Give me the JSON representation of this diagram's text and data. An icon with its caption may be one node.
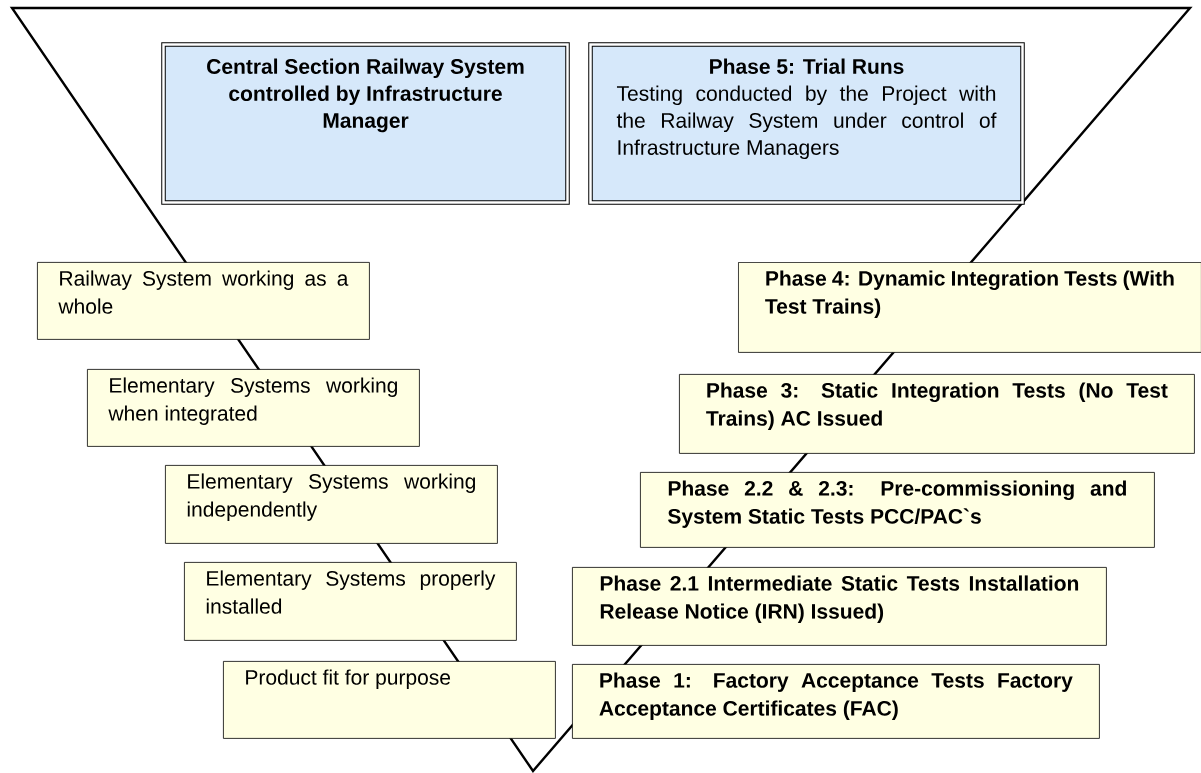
{
  "diagram": {
    "nodes": [
      {
        "text": [
          "Central Section Railway System controlled by Infrastructure Manager"
        ]
      },
      {
        "text": [
          "Phase 5: Trial Runs",
          "Testing conducted by the Project with the Railway System under control of Infrastructure Managers"
        ]
      },
      {
        "text": [
          "Railway System working as a whole"
        ]
      },
      {
        "text": [
          "Phase 4: Dynamic Integration Tests (With Test Trains)"
        ]
      },
      {
        "text": [
          "Elementary Systems working when integrated"
        ]
      },
      {
        "text": [
          "Phase 3: Static Integration Tests (No Test Trains) AC Issued"
        ]
      },
      {
        "text": [
          "Elementary Systems working independently"
        ]
      },
      {
        "text": [
          "Phase 2.2 & 2.3: Pre-commissioning and System Static Tests PCC/PAC`s"
        ]
      },
      {
        "text": [
          "Elementary Systems properly installed"
        ]
      },
      {
        "text": [
          "Phase 2.1 Intermediate Static Tests Installation Release Notice (IRN) Issued)"
        ]
      },
      {
        "text": [
          "Product fit for purpose"
        ]
      },
      {
        "text": [
          "Phase 1: Factory Acceptance Tests Factory Acceptance Certificates (FAC)"
        ]
      }
    ]
  }
}
